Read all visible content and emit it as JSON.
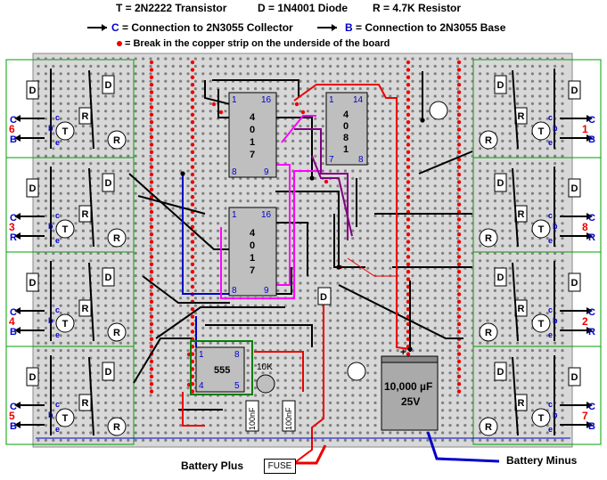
{
  "header": {
    "transistor_def": "T = 2N2222 Transistor",
    "diode_def": "D = 1N4001 Diode",
    "resistor_def": "R = 4.7K Resistor"
  },
  "legend": {
    "c_letter": "C",
    "c_text": "= Connection to 2N3055 Collector",
    "b_letter": "B",
    "b_text": "= Connection to 2N3055 Base",
    "break_text": "= Break in the copper strip on the underside of the board"
  },
  "labels": {
    "transistor": "T",
    "diode": "D",
    "resistor": "R",
    "lead_c": "c",
    "lead_b": "b",
    "lead_e": "e",
    "out_c": "C",
    "out_b": "B",
    "out_r": "R"
  },
  "channels": {
    "left": [
      "6",
      "3",
      "4",
      "5"
    ],
    "right": [
      "1",
      "8",
      "2",
      "7"
    ],
    "left_bottom_labels": [
      "B",
      "R",
      "B",
      "B"
    ],
    "right_bottom_labels": [
      "B",
      "R",
      "R",
      "B"
    ]
  },
  "chips": {
    "u1": {
      "lines": [
        "4",
        "0",
        "1",
        "7"
      ],
      "pin1": "1",
      "pin16": "16",
      "pin8": "8",
      "pin9": "9"
    },
    "u2": {
      "lines": [
        "4",
        "0",
        "8",
        "1"
      ],
      "pin1": "1",
      "pin14": "14",
      "pin7": "7",
      "pin8": "8"
    },
    "u3": {
      "lines": [
        "4",
        "0",
        "1",
        "7"
      ],
      "pin1": "1",
      "pin16": "16",
      "pin8": "8",
      "pin9": "9"
    },
    "u4": {
      "label": "555",
      "pin1": "1",
      "pin8": "8",
      "pin4": "4",
      "pin5": "5"
    }
  },
  "components": {
    "pot": "10K",
    "cap1": "100nF",
    "cap2": "100nF",
    "big_cap_value": "10,000 µF",
    "big_cap_voltage": "25V",
    "big_cap_plus": "+",
    "diode_mid": "D"
  },
  "battery": {
    "plus": "Battery Plus",
    "minus": "Battery Minus",
    "fuse": "FUSE"
  },
  "colors": {
    "board": "#d8d8d8",
    "hole": "#7f7f7f",
    "break": "#ee0000",
    "wire_black": "#000000",
    "wire_red": "#ee0000",
    "wire_blue": "#0000cc",
    "wire_magenta": "#ff00ff",
    "wire_purple": "#800080",
    "wire_green": "#008000"
  }
}
